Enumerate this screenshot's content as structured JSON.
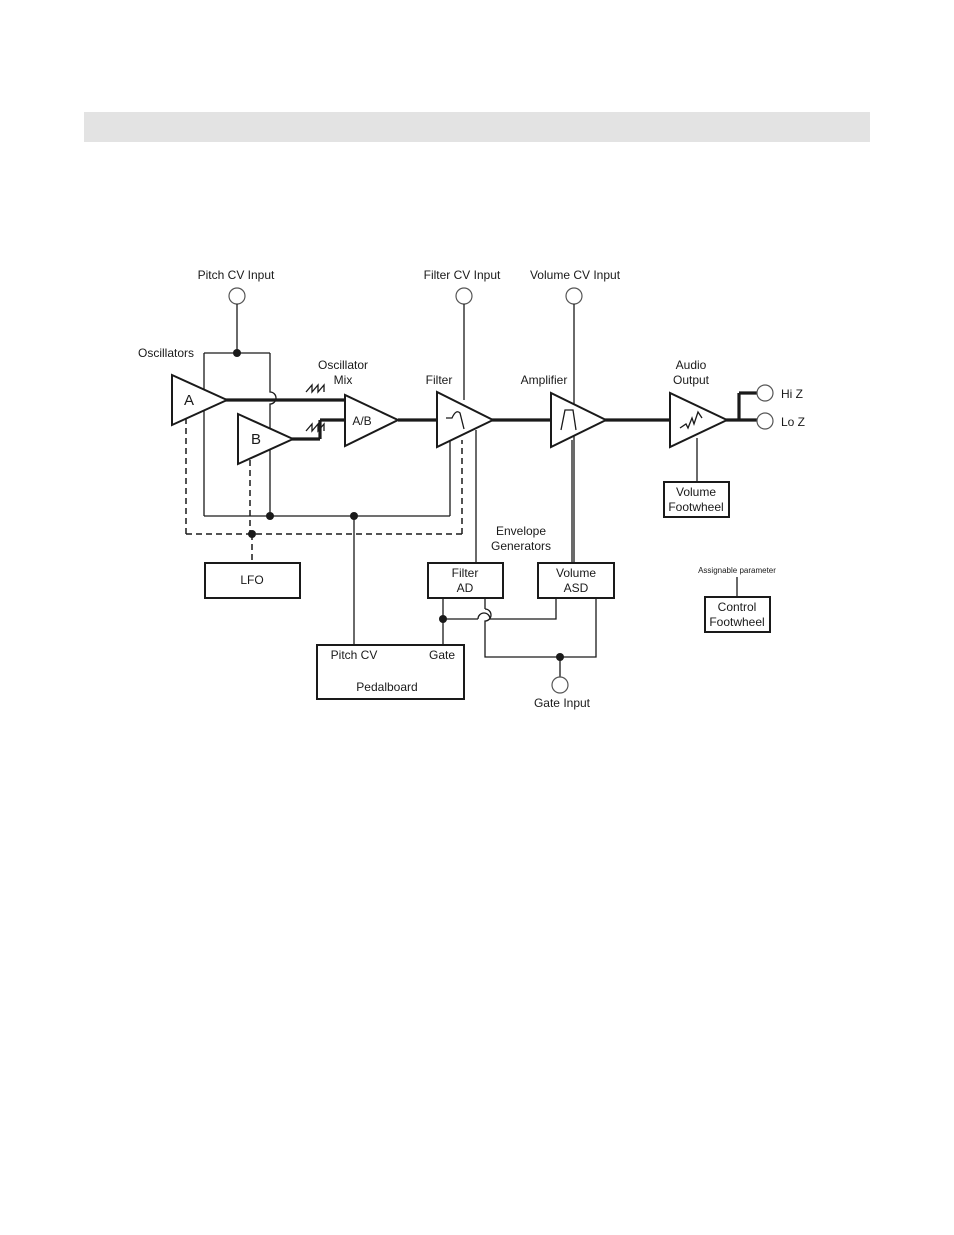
{
  "header": {
    "band_color": "#e3e3e3"
  },
  "labels": {
    "pitch_cv_input": "Pitch CV Input",
    "filter_cv_input": "Filter CV Input",
    "volume_cv_input": "Volume CV Input",
    "oscillators": "Oscillators",
    "osc_mix_line1": "Oscillator",
    "osc_mix_line2": "Mix",
    "filter": "Filter",
    "amplifier": "Amplifier",
    "audio_output_line1": "Audio",
    "audio_output_line2": "Output",
    "hi_z": "Hi Z",
    "lo_z": "Lo Z",
    "envelope_line1": "Envelope",
    "envelope_line2": "Generators",
    "assignable_parameter": "Assignable parameter",
    "gate_input": "Gate Input"
  },
  "blocks": {
    "osc_a": "A",
    "osc_b": "B",
    "mix": "A/B",
    "lfo": "LFO",
    "filter_ad_line1": "Filter",
    "filter_ad_line2": "AD",
    "volume_asd_line1": "Volume",
    "volume_asd_line2": "ASD",
    "volume_footwheel_line1": "Volume",
    "volume_footwheel_line2": "Footwheel",
    "control_footwheel_line1": "Control",
    "control_footwheel_line2": "Footwheel",
    "pedalboard_pitch_cv": "Pitch CV",
    "pedalboard_gate": "Gate",
    "pedalboard": "Pedalboard"
  },
  "colors": {
    "line": "#1a1a1a",
    "jack_stroke": "#555555"
  }
}
